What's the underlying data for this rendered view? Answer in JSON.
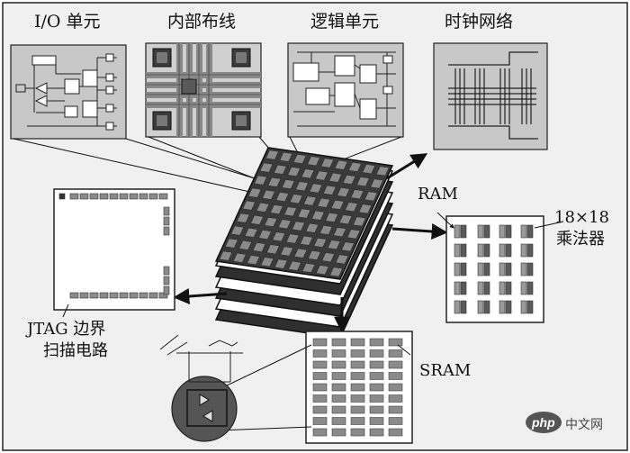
{
  "labels": {
    "io_cell": "I/O 单元",
    "internal_wiring": "内部布线",
    "logic_cell": "逻辑单元",
    "clock_network": "时钟网络",
    "ram": "RAM",
    "multiplier_line1": "18×18",
    "multiplier_line2": "乘法器",
    "sram": "SRAM",
    "jtag_line1": "JTAG 边界",
    "jtag_line2": "扫描电路"
  },
  "watermark": {
    "brand": "php",
    "site": "中文网"
  },
  "colors": {
    "panel_fill": "#c8c8c8",
    "chip_dark": "#303030",
    "block_gray": "#8a8a8a",
    "background": "#f0f0f0"
  }
}
